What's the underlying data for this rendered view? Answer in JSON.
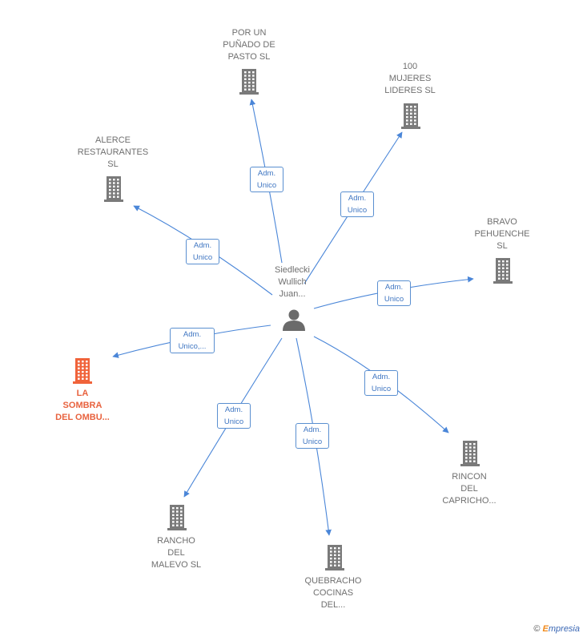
{
  "center": {
    "label_lines": [
      "Siedlecki",
      "Wullich",
      "Juan..."
    ]
  },
  "nodes": [
    {
      "id": "por-un-punado",
      "label_lines": [
        "POR UN",
        "PUÑADO DE",
        "PASTO  SL"
      ],
      "highlight": false
    },
    {
      "id": "100-mujeres",
      "label_lines": [
        "100",
        "MUJERES",
        "LIDERES  SL"
      ],
      "highlight": false
    },
    {
      "id": "alerce",
      "label_lines": [
        "ALERCE",
        "RESTAURANTES",
        "SL"
      ],
      "highlight": false
    },
    {
      "id": "bravo-pehuenche",
      "label_lines": [
        "BRAVO",
        "PEHUENCHE",
        "SL"
      ],
      "highlight": false
    },
    {
      "id": "la-sombra",
      "label_lines": [
        "LA",
        "SOMBRA",
        "DEL OMBU..."
      ],
      "highlight": true
    },
    {
      "id": "rincon",
      "label_lines": [
        "RINCON",
        "DEL",
        "CAPRICHO..."
      ],
      "highlight": false
    },
    {
      "id": "rancho",
      "label_lines": [
        "RANCHO",
        "DEL",
        "MALEVO  SL"
      ],
      "highlight": false
    },
    {
      "id": "quebracho",
      "label_lines": [
        "QUEBRACHO",
        "COCINAS",
        "DEL..."
      ],
      "highlight": false
    }
  ],
  "edges": [
    {
      "to": "por-un-punado",
      "label_lines": [
        "Adm.",
        "Unico"
      ]
    },
    {
      "to": "100-mujeres",
      "label_lines": [
        "Adm.",
        "Unico"
      ]
    },
    {
      "to": "alerce",
      "label_lines": [
        "Adm.",
        "Unico"
      ]
    },
    {
      "to": "bravo-pehuenche",
      "label_lines": [
        "Adm.",
        "Unico"
      ]
    },
    {
      "to": "la-sombra",
      "label_lines": [
        "Adm.",
        "Unico,..."
      ]
    },
    {
      "to": "rincon",
      "label_lines": [
        "Adm.",
        "Unico"
      ]
    },
    {
      "to": "rancho",
      "label_lines": [
        "Adm.",
        "Unico"
      ]
    },
    {
      "to": "quebracho",
      "label_lines": [
        "Adm.",
        "Unico"
      ]
    }
  ],
  "colors": {
    "edge": "#4a86d8",
    "building": "#7a7a7a",
    "building_highlight": "#f0633a",
    "person": "#6b6b6b"
  },
  "footer": {
    "copyright": "©",
    "brand_first": "E",
    "brand_rest": "mpresia"
  }
}
